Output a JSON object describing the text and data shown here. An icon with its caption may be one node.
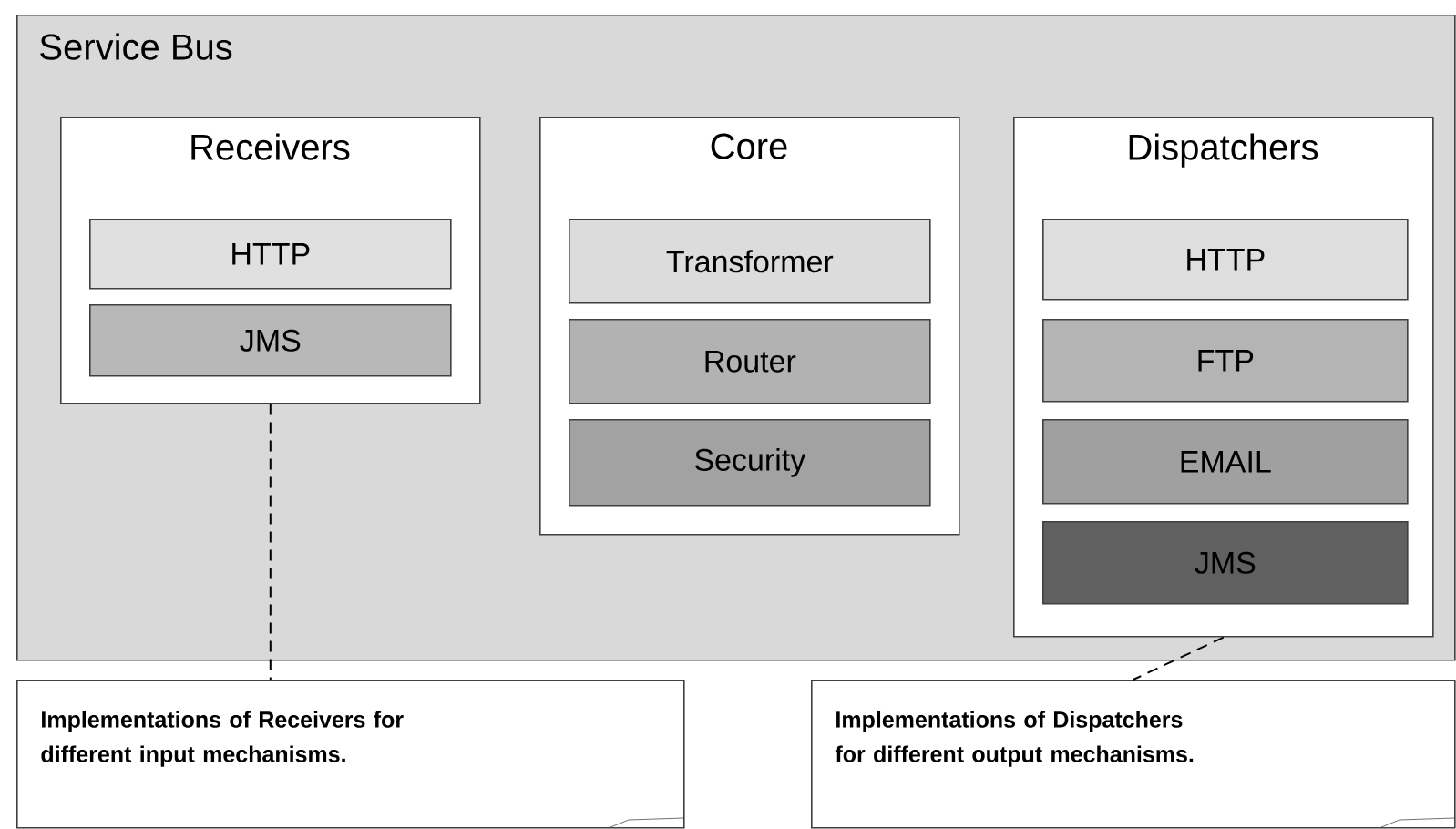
{
  "diagram": {
    "nodes": [
      {
        "text": [
          "Service Bus"
        ]
      },
      {
        "text": [
          "Receivers"
        ],
        "in": 0
      },
      {
        "text": [
          "HTTP"
        ],
        "in": 1
      },
      {
        "text": [
          "JMS"
        ],
        "in": 1
      },
      {
        "text": [
          "Core"
        ],
        "in": 0
      },
      {
        "text": [
          "Transformer"
        ],
        "in": 4
      },
      {
        "text": [
          "Router"
        ],
        "in": 4
      },
      {
        "text": [
          "Security"
        ],
        "in": 4
      },
      {
        "text": [
          "Dispatchers"
        ],
        "in": 0
      },
      {
        "text": [
          "HTTP"
        ],
        "in": 8
      },
      {
        "text": [
          "FTP"
        ],
        "in": 8
      },
      {
        "text": [
          "EMAIL"
        ],
        "in": 8
      },
      {
        "text": [
          "JMS"
        ],
        "in": 8
      },
      {
        "text": [
          "Implementations of Receivers for different input mechanisms."
        ]
      },
      {
        "text": [
          "Implementations of Dispatchers for different output mechanisms."
        ]
      }
    ],
    "edges": [
      {
        "from": 1,
        "to": 13,
        "arrow": "none",
        "style": "dashed"
      },
      {
        "from": 8,
        "to": 14,
        "arrow": "none",
        "style": "dashed"
      }
    ]
  }
}
